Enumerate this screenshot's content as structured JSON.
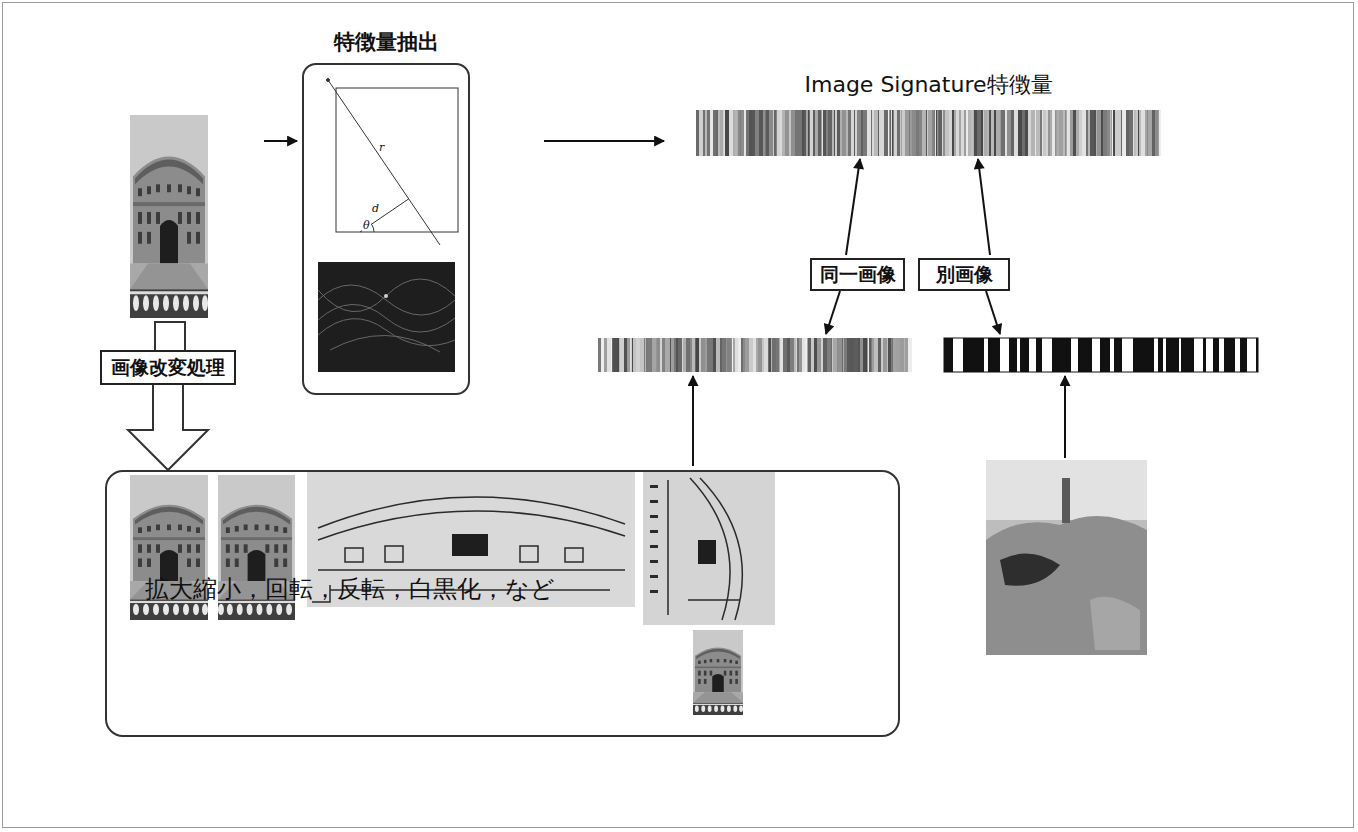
{
  "diagram": {
    "nodes": [
      {
        "text": [
          "特徴量抽出"
        ]
      },
      {
        "text": [
          "Image Signature特徴量"
        ]
      },
      {
        "text": [
          "同一画像"
        ]
      },
      {
        "text": [
          "別画像"
        ]
      },
      {
        "text": [
          "画像改変処理"
        ]
      },
      {
        "text": [
          "拡大縮小，回転，反転，白黒化，など"
        ]
      }
    ],
    "edges": [
      {
        "from": 0,
        "to": 1,
        "arrow": "to"
      },
      {
        "from": 2,
        "to": 1,
        "arrow": "to"
      },
      {
        "from": 3,
        "to": 1,
        "arrow": "to"
      },
      {
        "from": 4,
        "to": 5,
        "arrow": "to"
      }
    ],
    "labels": [
      "r",
      "d",
      "θ"
    ]
  }
}
